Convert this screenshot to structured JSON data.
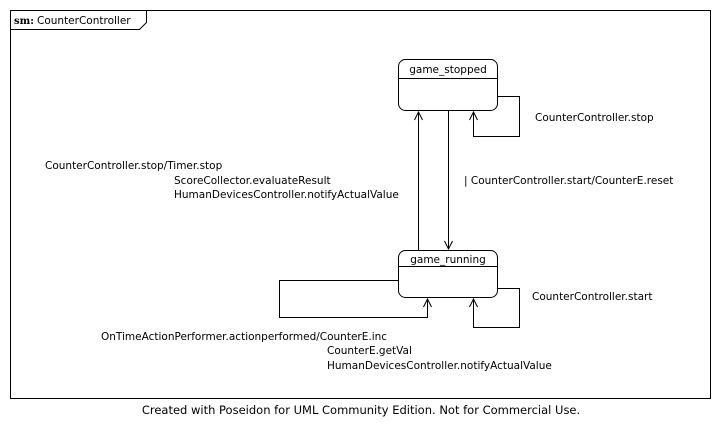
{
  "frame": {
    "keyword": "sm:",
    "name": "CounterController"
  },
  "states": {
    "stopped": {
      "name": "game_stopped"
    },
    "running": {
      "name": "game_running"
    }
  },
  "transitions": {
    "stop_to_stopped_label": [
      "CounterController.stop/Timer.stop",
      "ScoreCollector.evaluateResult",
      "HumanDevicesController.notifyActualValue"
    ],
    "start_to_running_label": "| CounterController.start/CounterE.reset",
    "self_stopped_label": "CounterController.stop",
    "self_running_start_label": "CounterController.start",
    "self_running_tick_label": [
      "OnTimeActionPerformer.actionperformed/CounterE.inc",
      "CounterE.getVal",
      "HumanDevicesController.notifyActualValue"
    ]
  },
  "footer": "Created with Poseidon for UML Community Edition. Not for Commercial Use."
}
